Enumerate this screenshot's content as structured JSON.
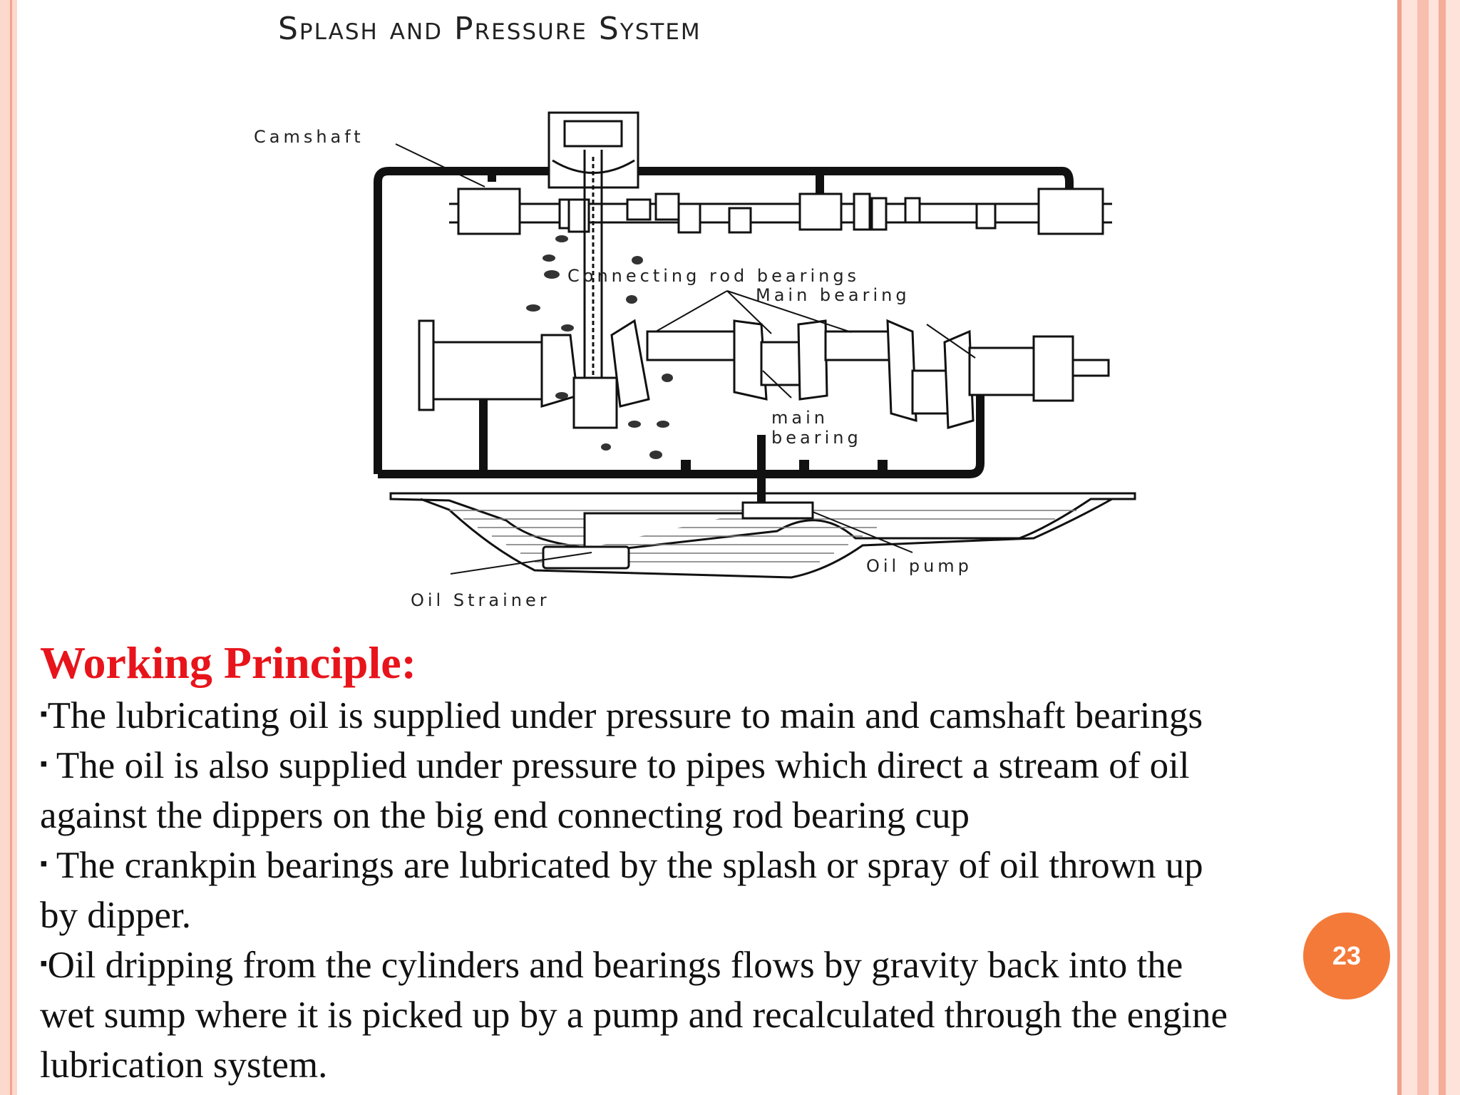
{
  "diagram": {
    "title": "Splash and Pressure System",
    "labels": {
      "camshaft": "Camshaft",
      "connecting_rod_bearings": "Connecting rod bearings",
      "main_bearing_upper": "Main bearing",
      "main_bearing_lower_1": "main",
      "main_bearing_lower_2": "bearing",
      "oil_pump": "Oil pump",
      "oil_strainer": "Oil Strainer"
    }
  },
  "content": {
    "heading": "Working Principle:",
    "lines": [
      {
        "mark": "▪",
        "text": "The lubricating oil is supplied under pressure to main and camshaft bearings"
      },
      {
        "mark": "▪",
        "text": " The oil is also supplied under pressure to pipes which direct a stream of oil"
      },
      {
        "mark": "",
        "text": "against the dippers on the big end connecting rod bearing cup"
      },
      {
        "mark": "▪",
        "text": " The crankpin bearings are lubricated by the splash or spray of oil thrown up"
      },
      {
        "mark": "",
        "text": "by dipper."
      },
      {
        "mark": "▪",
        "text": "Oil dripping from the cylinders and bearings flows by gravity back into the"
      },
      {
        "mark": "",
        "text": "wet sump where it is picked up by a pump and recalculated through the engine"
      },
      {
        "mark": "",
        "text": "lubrication system."
      }
    ]
  },
  "page_number": "23",
  "colors": {
    "heading": "#e8141b",
    "badge": "#f47a3a",
    "border": "#f2a38c"
  }
}
